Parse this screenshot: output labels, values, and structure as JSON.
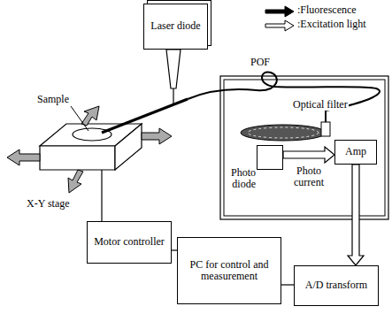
{
  "diagram": {
    "nodes": [
      {
        "text": [
          "Laser diode"
        ]
      },
      {
        "text": [
          "Photo diode"
        ]
      },
      {
        "text": [
          "Amp"
        ]
      },
      {
        "text": [
          "Motor controller"
        ]
      },
      {
        "text": [
          "PC for control and measurement"
        ]
      },
      {
        "text": [
          "A/D transform"
        ]
      }
    ],
    "edges": [
      {
        "from": 1,
        "to": 2,
        "arrow": "to",
        "label": "Photo current"
      },
      {
        "from": 2,
        "to": 5,
        "arrow": "to"
      },
      {
        "from": 3,
        "to": 4,
        "arrow": "none"
      },
      {
        "from": 4,
        "to": 5,
        "arrow": "none"
      }
    ],
    "labels": [
      "POF",
      "Sample",
      "X-Y stage",
      "Optical filter"
    ],
    "legend": [
      {
        "text": ":Fluorescence"
      },
      {
        "text": ":Excitation light"
      }
    ]
  }
}
